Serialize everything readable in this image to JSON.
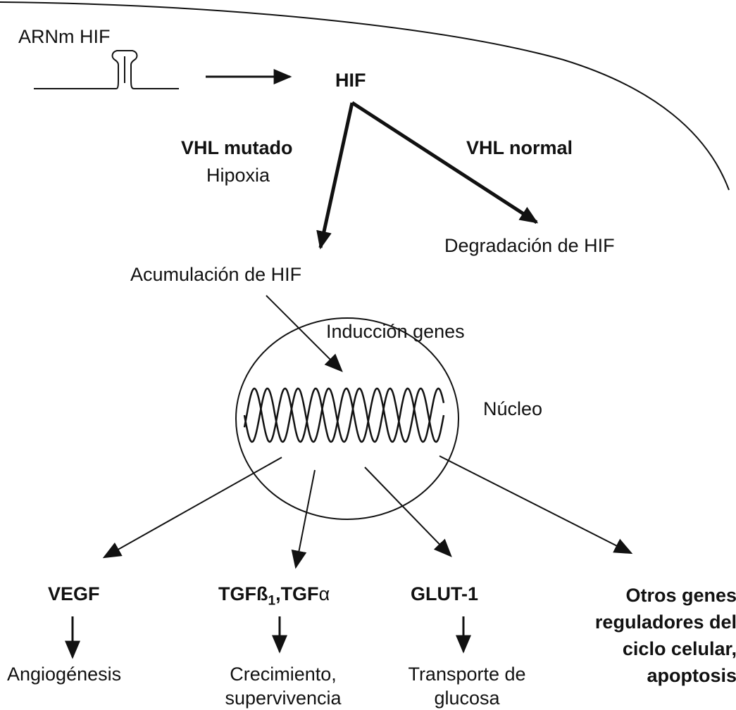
{
  "labels": {
    "mrna": "ARNm HIF",
    "hif": "HIF",
    "vhl_mutated": "VHL mutado",
    "hypoxia": "Hipoxia",
    "vhl_normal": "VHL normal",
    "degradation": "Degradación de HIF",
    "accumulation": "Acumulación de HIF",
    "gene_induction": "Inducción genes",
    "nucleus": "Núcleo"
  },
  "targets": [
    {
      "id": "vegf",
      "gene": "VEGF",
      "effect_lines": [
        "Angiogénesis"
      ]
    },
    {
      "id": "tgf",
      "gene_parts": [
        "TGFß",
        "1",
        ",TGF",
        "α"
      ],
      "effect_lines": [
        "Crecimiento,",
        "supervivencia"
      ]
    },
    {
      "id": "glut1",
      "gene": "GLUT-1",
      "effect_lines": [
        "Transporte de",
        "glucosa"
      ]
    },
    {
      "id": "others",
      "gene_lines": [
        "Otros genes",
        "reguladores del",
        "ciclo celular,",
        "apoptosis"
      ]
    }
  ]
}
